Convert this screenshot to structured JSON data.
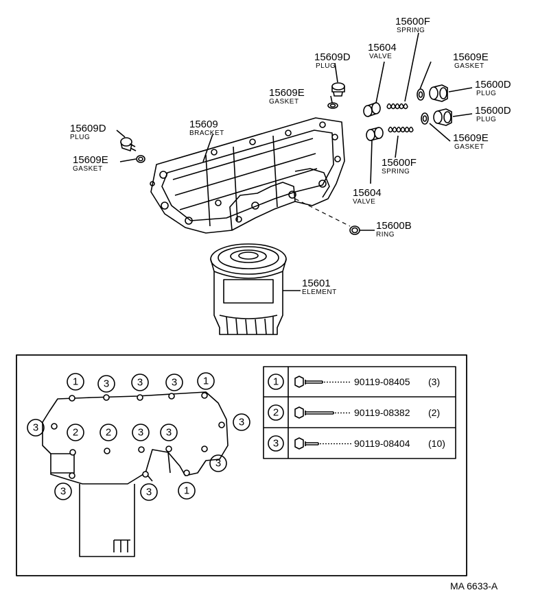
{
  "parts": {
    "spring_top": {
      "number": "15600F",
      "name": "SPRING"
    },
    "valve_top": {
      "number": "15604",
      "name": "VALVE"
    },
    "plug_top": {
      "number": "15609D",
      "name": "PLUG"
    },
    "gasket_top": {
      "number": "15609E",
      "name": "GASKET"
    },
    "gasket_right_top": {
      "number": "15609E",
      "name": "GASKET"
    },
    "plug_right_1": {
      "number": "15600D",
      "name": "PLUG"
    },
    "plug_right_2": {
      "number": "15600D",
      "name": "PLUG"
    },
    "gasket_right_bottom": {
      "number": "15609E",
      "name": "GASKET"
    },
    "spring_bottom": {
      "number": "15600F",
      "name": "SPRING"
    },
    "valve_bottom": {
      "number": "15604",
      "name": "VALVE"
    },
    "ring": {
      "number": "15600B",
      "name": "RING"
    },
    "element": {
      "number": "15601",
      "name": "ELEMENT"
    },
    "bracket": {
      "number": "15609",
      "name": "BRACKET"
    },
    "plug_left": {
      "number": "15609D",
      "name": "PLUG"
    },
    "gasket_left": {
      "number": "15609E",
      "name": "GASKET"
    }
  },
  "bolt_table": [
    {
      "key": "1",
      "part": "90119-08405",
      "qty": "(3)"
    },
    {
      "key": "2",
      "part": "90119-08382",
      "qty": "(2)"
    },
    {
      "key": "3",
      "part": "90119-08404",
      "qty": "(10)"
    }
  ],
  "bolt_callouts": [
    "1",
    "3",
    "3",
    "3",
    "1",
    "3",
    "3",
    "2",
    "2",
    "3",
    "3",
    "3",
    "3",
    "3",
    "1"
  ],
  "reference": "MA 6633-A"
}
